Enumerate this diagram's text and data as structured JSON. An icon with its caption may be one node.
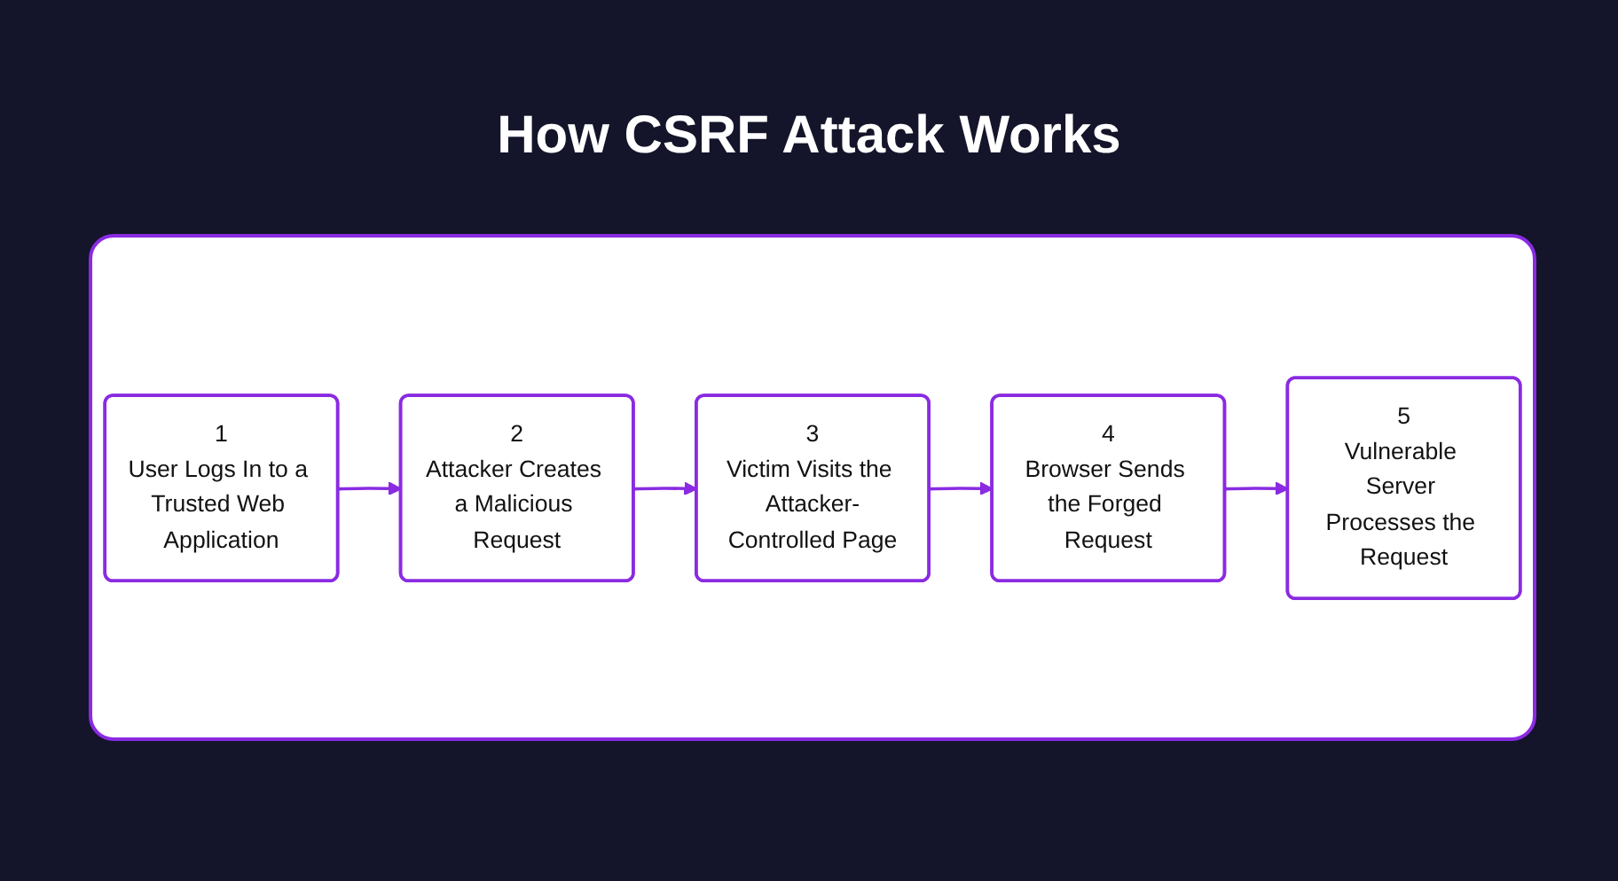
{
  "diagram": {
    "title": "How CSRF Attack Works",
    "nodes": [
      {
        "text": [
          "1",
          "User Logs In to a Trusted Web Application"
        ]
      },
      {
        "text": [
          "2",
          "Attacker Creates a Malicious Request"
        ]
      },
      {
        "text": [
          "3",
          "Victim Visits the Attacker-Controlled Page"
        ]
      },
      {
        "text": [
          "4",
          "Browser Sends the Forged Request"
        ]
      },
      {
        "text": [
          "5",
          "Vulnerable Server Processes the Request"
        ]
      }
    ],
    "edges": [
      {
        "from": 0,
        "to": 1,
        "arrow": "to"
      },
      {
        "from": 1,
        "to": 2,
        "arrow": "to"
      },
      {
        "from": 2,
        "to": 3,
        "arrow": "to"
      },
      {
        "from": 3,
        "to": 4,
        "arrow": "to"
      }
    ]
  }
}
